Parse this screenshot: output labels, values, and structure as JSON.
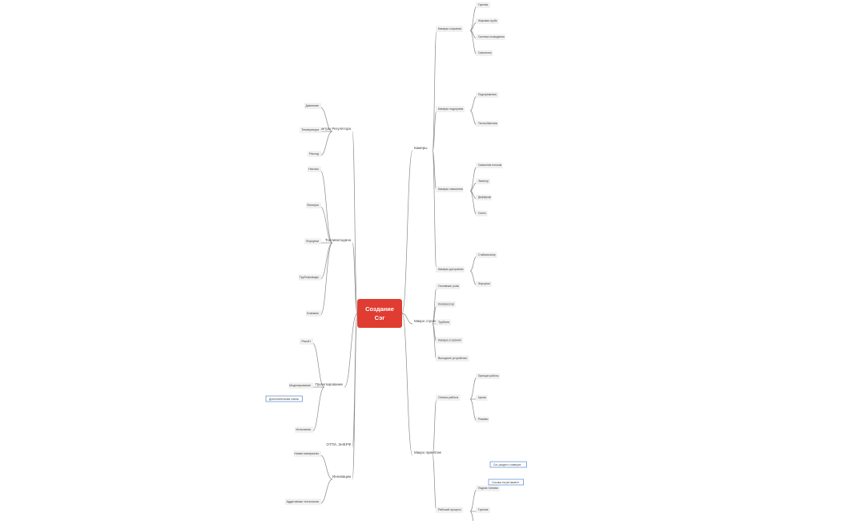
{
  "center": {
    "line1": "Создание",
    "line2": "Сэг"
  },
  "colors": {
    "center_fill": "#e03c31",
    "line": "#8a8a8a",
    "text": "#444444",
    "accent": "#3b73c8",
    "leaf_fill": "#f0f0f0"
  },
  "branches": {
    "right": [
      {
        "label": "Камеры",
        "children": [
          {
            "label": "Камеры сгорания",
            "children": [
              {
                "label": "Горелка"
              },
              {
                "label": "Жаровая труба"
              },
              {
                "label": "Система охлаждения"
              },
              {
                "label": "Смеситель"
              }
            ]
          },
          {
            "label": "Камеры подогрева",
            "children": [
              {
                "label": "Подогреватель"
              },
              {
                "label": "Теплообменник"
              }
            ]
          },
          {
            "label": "Камеры смешения",
            "children": [
              {
                "label": "Смешение потоков"
              },
              {
                "label": "Эжектор"
              },
              {
                "label": "Диффузор"
              },
              {
                "label": "Сопло"
              }
            ]
          },
          {
            "label": "Камеры догорания",
            "children": [
              {
                "label": "Стабилизатор"
              },
              {
                "label": "Форсунки"
              }
            ]
          }
        ]
      },
      {
        "label": "Макро строение",
        "children": [
          {
            "label": "Основные узлы"
          },
          {
            "label": "Компрессор"
          },
          {
            "label": "Турбина"
          },
          {
            "label": "Камера сгорания"
          },
          {
            "label": "Выходное устройство"
          }
        ]
      },
      {
        "label": "Макро принятие",
        "children": [
          {
            "label": "Оптика работы",
            "children": [
              {
                "label": "Принцип работы"
              },
              {
                "label": "Циклы"
              },
              {
                "label": "Режимы"
              }
            ]
          },
          {
            "label": "Рабочий процесс",
            "children": [
              {
                "label": "Подача топлива"
              },
              {
                "label": "Горение"
              },
              {
                "label": "Расширение"
              }
            ]
          }
        ]
      }
    ],
    "left": [
      {
        "label": "Параметры Регулятора",
        "children": [
          {
            "label": "Давление"
          },
          {
            "label": "Температура"
          },
          {
            "label": "Расход"
          }
        ]
      },
      {
        "label": "Топливоподача",
        "children": [
          {
            "label": "Насосы"
          },
          {
            "label": "Фильтры"
          },
          {
            "label": "Форсунки"
          },
          {
            "label": "Трубопроводы"
          },
          {
            "label": "Клапаны"
          }
        ]
      },
      {
        "label": "Проектирование",
        "children": [
          {
            "label": "Расчёт"
          },
          {
            "label": "Моделирование"
          },
          {
            "label": "Испытания"
          }
        ]
      },
      {
        "label": "ОТТИ, ЭНЕРФ"
      },
      {
        "label": "Инновации",
        "children": [
          {
            "label": "Новые материалы"
          },
          {
            "label": "Аддитивные технологии"
          }
        ]
      }
    ]
  },
  "callouts": [
    {
      "text": "См. раздел о камерах"
    },
    {
      "text": "Ссылка на регламент"
    },
    {
      "text": "Дополнительная схема"
    }
  ]
}
